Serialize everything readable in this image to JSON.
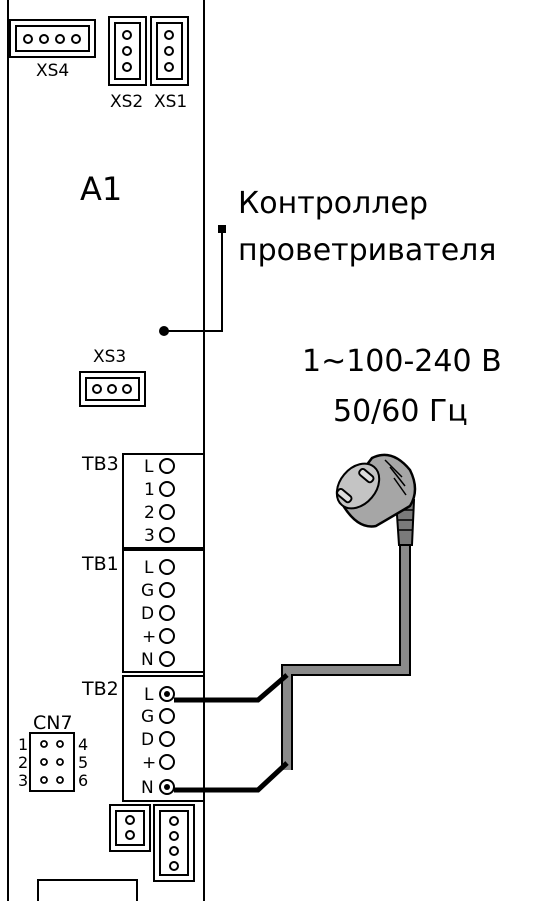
{
  "board": {
    "name": "A1",
    "connectors": {
      "xs4": "XS4",
      "xs2": "XS2",
      "xs1": "XS1",
      "xs3": "XS3",
      "cn7": "CN7"
    },
    "cn7_pins": [
      "1",
      "2",
      "3",
      "4",
      "5",
      "6"
    ],
    "terminal_blocks": [
      {
        "id": "TB3",
        "pins": [
          "L",
          "1",
          "2",
          "3"
        ]
      },
      {
        "id": "TB1",
        "pins": [
          "L",
          "G",
          "D",
          "+",
          "N"
        ]
      },
      {
        "id": "TB2",
        "pins": [
          "L",
          "G",
          "D",
          "+",
          "N"
        ]
      }
    ]
  },
  "callout": {
    "line1": "Контроллер",
    "line2": "проветривателя"
  },
  "power": {
    "line1": "1~100-240 В",
    "line2": "50/60 Гц"
  },
  "colors": {
    "line": "#000000",
    "cable": "#8a8a8a",
    "plug": "#a6a6a6",
    "plug_dark": "#7a7a7a"
  }
}
